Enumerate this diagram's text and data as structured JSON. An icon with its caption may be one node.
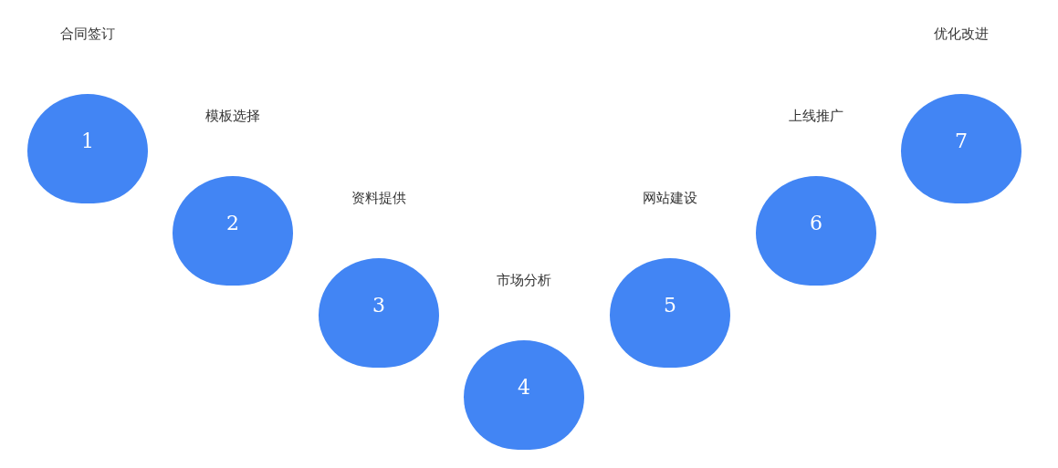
{
  "diagram": {
    "nodes": [
      {
        "text": [
          "1"
        ],
        "beside": [
          "合同签订"
        ]
      },
      {
        "text": [
          "2"
        ],
        "beside": [
          "模板选择"
        ]
      },
      {
        "text": [
          "3"
        ],
        "beside": [
          "资料提供"
        ]
      },
      {
        "text": [
          "4"
        ],
        "beside": [
          "市场分析"
        ]
      },
      {
        "text": [
          "5"
        ],
        "beside": [
          "网站建设"
        ]
      },
      {
        "text": [
          "6"
        ],
        "beside": [
          "上线推广"
        ]
      },
      {
        "text": [
          "7"
        ],
        "beside": [
          "优化改进"
        ]
      }
    ]
  }
}
